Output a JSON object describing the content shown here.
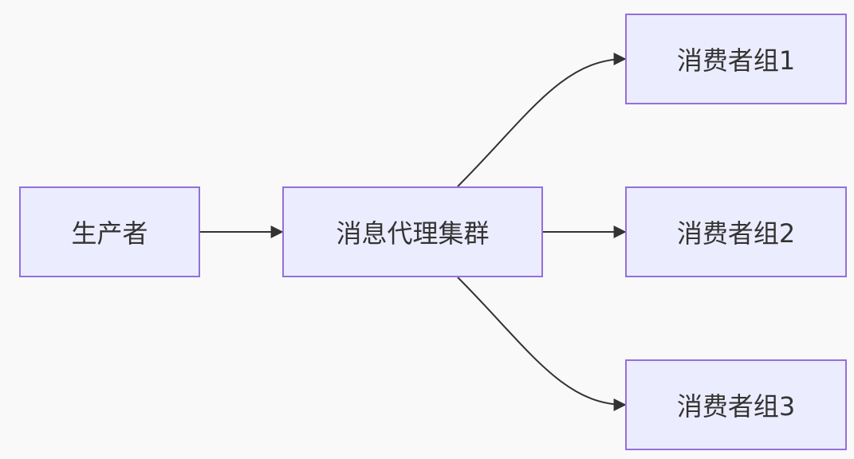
{
  "diagram": {
    "nodes": [
      {
        "id": "producer",
        "label": "生产者"
      },
      {
        "id": "broker",
        "label": "消息代理集群"
      },
      {
        "id": "c1",
        "label": "消费者组1"
      },
      {
        "id": "c2",
        "label": "消费者组2"
      },
      {
        "id": "c3",
        "label": "消费者组3"
      }
    ],
    "edges": [
      {
        "from": "producer",
        "to": "broker"
      },
      {
        "from": "broker",
        "to": "c1"
      },
      {
        "from": "broker",
        "to": "c2"
      },
      {
        "from": "broker",
        "to": "c3"
      }
    ],
    "colors": {
      "node_fill": "#ececff",
      "node_border": "#9370db",
      "edge": "#333333",
      "text": "#333333",
      "background": "#f9f9f9"
    }
  }
}
